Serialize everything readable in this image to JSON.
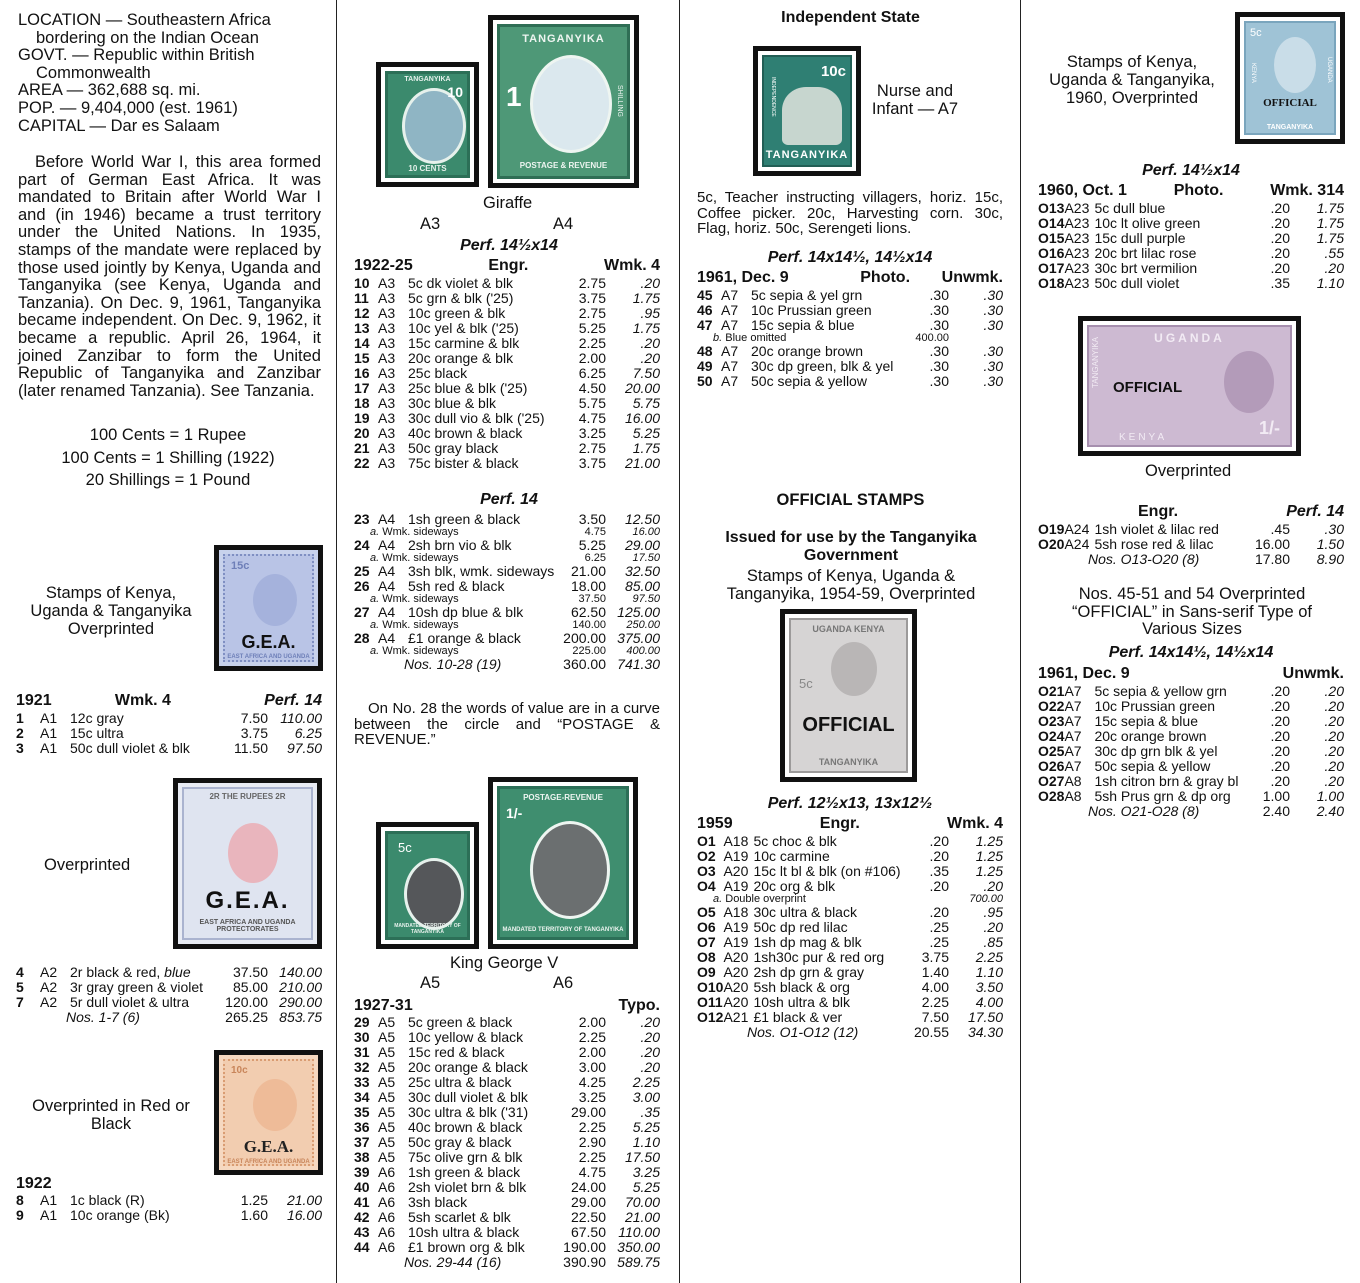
{
  "col1": {
    "intro": [
      {
        "label": "LOCATION",
        "text": "Southeastern Africa bordering on the Indian Ocean"
      },
      {
        "label": "GOVT.",
        "text": "Republic within British Commonwealth"
      },
      {
        "label": "AREA",
        "text": "362,688 sq. mi."
      },
      {
        "label": "POP.",
        "text": "9,404,000 (est. 1961)"
      },
      {
        "label": "CAPITAL",
        "text": "Dar es Salaam"
      }
    ],
    "history": "Before World War I, this area formed part of German East Africa. It was mandated to Britain after World War I and (in 1946) became a trust territory under the United Nations. In 1935, stamps of the mandate were replaced by those used jointly by Kenya, Uganda and Tanganyika (see Kenya, Uganda and Tanzania). On Dec. 9, 1961, Tanganyika became independent. On Dec. 9, 1962, it became a republic. April 26, 1964, it joined Zanzibar to form the United Republic of Tanganyika and Zanzibar (later renamed Tanzania). See Tanzania.",
    "currency": [
      "100 Cents = 1 Rupee",
      "100 Cents = 1 Shilling (1922)",
      "20 Shillings = 1 Pound"
    ],
    "cap1": "Stamps of Kenya, Uganda & Tanganyika Overprinted",
    "stamp1": {
      "value": "15c",
      "overprint": "G.E.A.",
      "bottom": "EAST AFRICA AND UGANDA"
    },
    "h1921": {
      "year": "1921",
      "wmk": "Wmk. 4",
      "perf": "Perf. 14"
    },
    "list1": [
      {
        "n": "1",
        "d": "A1",
        "desc": "12c gray",
        "u": "7.50",
        "v": "110.00"
      },
      {
        "n": "2",
        "d": "A1",
        "desc": "15c ultra",
        "u": "3.75",
        "v": "6.25"
      },
      {
        "n": "3",
        "d": "A1",
        "desc": "50c dull violet & blk",
        "u": "11.50",
        "v": "97.50"
      }
    ],
    "cap2": "Overprinted",
    "stamp2": {
      "overprint": "G.E.A.",
      "top": "2R THE RUPEES 2R",
      "bottom": "EAST AFRICA AND UGANDA PROTECTORATES"
    },
    "list2": [
      {
        "n": "4",
        "d": "A2",
        "desc": "2r black & red,",
        "em": "blue",
        "u": "37.50",
        "v": "140.00"
      },
      {
        "n": "5",
        "d": "A2",
        "desc": "3r gray green & violet",
        "u": "85.00",
        "v": "210.00"
      },
      {
        "n": "7",
        "d": "A2",
        "desc": "5r dull violet & ultra",
        "u": "120.00",
        "v": "290.00"
      }
    ],
    "tot2": {
      "label": "Nos. 1-7 (6)",
      "u": "265.25",
      "v": "853.75"
    },
    "cap3": "Overprinted in Red or Black",
    "stamp3": {
      "value": "10c",
      "overprint": "G.E.A.",
      "bottom": "EAST AFRICA AND UGANDA"
    },
    "h1922": {
      "year": "1922"
    },
    "list3": [
      {
        "n": "8",
        "d": "A1",
        "desc": "1c black (R)",
        "u": "1.25",
        "v": "21.00"
      },
      {
        "n": "9",
        "d": "A1",
        "desc": "10c orange (Bk)",
        "u": "1.60",
        "v": "16.00"
      }
    ]
  },
  "col2": {
    "stampA3": {
      "top": "TANGANYIKA",
      "value": "10",
      "bottom": "10 CENTS"
    },
    "stampA4": {
      "top": "TANGANYIKA",
      "value": "1",
      "side": "SHILLING",
      "bottom": "POSTAGE & REVENUE"
    },
    "cap1": "Giraffe",
    "labA3": "A3",
    "labA4": "A4",
    "perf1": "Perf. 14½x14",
    "h1": {
      "year": "1922-25",
      "engr": "Engr.",
      "wmk": "Wmk. 4"
    },
    "list1": [
      {
        "n": "10",
        "d": "A3",
        "desc": "5c dk violet & blk",
        "u": "2.75",
        "v": ".20"
      },
      {
        "n": "11",
        "d": "A3",
        "desc": "5c grn & blk ('25)",
        "u": "3.75",
        "v": "1.75"
      },
      {
        "n": "12",
        "d": "A3",
        "desc": "10c green & blk",
        "u": "2.75",
        "v": ".95"
      },
      {
        "n": "13",
        "d": "A3",
        "desc": "10c yel & blk ('25)",
        "u": "5.25",
        "v": "1.75"
      },
      {
        "n": "14",
        "d": "A3",
        "desc": "15c carmine & blk",
        "u": "2.25",
        "v": ".20"
      },
      {
        "n": "15",
        "d": "A3",
        "desc": "20c orange & blk",
        "u": "2.00",
        "v": ".20"
      },
      {
        "n": "16",
        "d": "A3",
        "desc": "25c black",
        "u": "6.25",
        "v": "7.50"
      },
      {
        "n": "17",
        "d": "A3",
        "desc": "25c blue & blk ('25)",
        "u": "4.50",
        "v": "20.00"
      },
      {
        "n": "18",
        "d": "A3",
        "desc": "30c blue & blk",
        "u": "5.75",
        "v": "5.75"
      },
      {
        "n": "19",
        "d": "A3",
        "desc": "30c dull vio & blk ('25)",
        "u": "4.75",
        "v": "16.00"
      },
      {
        "n": "20",
        "d": "A3",
        "desc": "40c brown & black",
        "u": "3.25",
        "v": "5.25"
      },
      {
        "n": "21",
        "d": "A3",
        "desc": "50c gray black",
        "u": "2.75",
        "v": "1.75"
      },
      {
        "n": "22",
        "d": "A3",
        "desc": "75c bister & black",
        "u": "3.75",
        "v": "21.00"
      }
    ],
    "perf2": "Perf. 14",
    "list2": [
      {
        "n": "23",
        "d": "A4",
        "desc": "1sh green & black",
        "u": "3.50",
        "v": "12.50"
      },
      {
        "sub": "a.",
        "desc": "Wmk. sideways",
        "u": "4.75",
        "v": "16.00"
      },
      {
        "n": "24",
        "d": "A4",
        "desc": "2sh brn vio & blk",
        "u": "5.25",
        "v": "29.00"
      },
      {
        "sub": "a.",
        "desc": "Wmk. sideways",
        "u": "6.25",
        "v": "17.50"
      },
      {
        "n": "25",
        "d": "A4",
        "desc": "3sh blk, wmk. sideways",
        "u": "21.00",
        "v": "32.50"
      },
      {
        "n": "26",
        "d": "A4",
        "desc": "5sh red & black",
        "u": "18.00",
        "v": "85.00"
      },
      {
        "sub": "a.",
        "desc": "Wmk. sideways",
        "u": "37.50",
        "v": "97.50"
      },
      {
        "n": "27",
        "d": "A4",
        "desc": "10sh dp blue & blk",
        "u": "62.50",
        "v": "125.00"
      },
      {
        "sub": "a.",
        "desc": "Wmk. sideways",
        "u": "140.00",
        "v": "250.00"
      },
      {
        "n": "28",
        "d": "A4",
        "desc": "£1 orange & black",
        "u": "200.00",
        "v": "375.00"
      },
      {
        "sub": "a.",
        "desc": "Wmk. sideways",
        "u": "225.00",
        "v": "400.00"
      }
    ],
    "tot2": {
      "label": "Nos. 10-28 (19)",
      "u": "360.00",
      "v": "741.30"
    },
    "note": "On No. 28 the words of value are in a curve between the circle and “POSTAGE & REVENUE.”",
    "stampA5": {
      "value": "5c",
      "bottom": "MANDATED TERRITORY OF TANGANYIKA"
    },
    "stampA6": {
      "top": "POSTAGE-REVENUE",
      "value": "1/-",
      "bottom": "MANDATED TERRITORY OF TANGANYIKA"
    },
    "cap2": "King George V",
    "labA5": "A5",
    "labA6": "A6",
    "h2": {
      "year": "1927-31",
      "typo": "Typo."
    },
    "list3": [
      {
        "n": "29",
        "d": "A5",
        "desc": "5c green & black",
        "u": "2.00",
        "v": ".20"
      },
      {
        "n": "30",
        "d": "A5",
        "desc": "10c yellow & black",
        "u": "2.25",
        "v": ".20"
      },
      {
        "n": "31",
        "d": "A5",
        "desc": "15c red & black",
        "u": "2.00",
        "v": ".20"
      },
      {
        "n": "32",
        "d": "A5",
        "desc": "20c orange & black",
        "u": "3.00",
        "v": ".20"
      },
      {
        "n": "33",
        "d": "A5",
        "desc": "25c ultra & black",
        "u": "4.25",
        "v": "2.25"
      },
      {
        "n": "34",
        "d": "A5",
        "desc": "30c dull violet & blk",
        "u": "3.25",
        "v": "3.00"
      },
      {
        "n": "35",
        "d": "A5",
        "desc": "30c ultra & blk ('31)",
        "u": "29.00",
        "v": ".35"
      },
      {
        "n": "36",
        "d": "A5",
        "desc": "40c brown & black",
        "u": "2.25",
        "v": "5.25"
      },
      {
        "n": "37",
        "d": "A5",
        "desc": "50c gray & black",
        "u": "2.90",
        "v": "1.10"
      },
      {
        "n": "38",
        "d": "A5",
        "desc": "75c olive grn & blk",
        "u": "2.25",
        "v": "17.50"
      },
      {
        "n": "39",
        "d": "A6",
        "desc": "1sh green & black",
        "u": "4.75",
        "v": "3.25"
      },
      {
        "n": "40",
        "d": "A6",
        "desc": "2sh violet brn & blk",
        "u": "24.00",
        "v": "5.25"
      },
      {
        "n": "41",
        "d": "A6",
        "desc": "3sh black",
        "u": "29.00",
        "v": "70.00"
      },
      {
        "n": "42",
        "d": "A6",
        "desc": "5sh scarlet & blk",
        "u": "22.50",
        "v": "21.00"
      },
      {
        "n": "43",
        "d": "A6",
        "desc": "10sh ultra & black",
        "u": "67.50",
        "v": "110.00"
      },
      {
        "n": "44",
        "d": "A6",
        "desc": "£1 brown org & blk",
        "u": "190.00",
        "v": "350.00"
      }
    ],
    "tot3": {
      "label": "Nos. 29-44 (16)",
      "u": "390.90",
      "v": "589.75"
    }
  },
  "col3": {
    "head": "Independent State",
    "stampA7": {
      "value": "10c",
      "side": "INDEPENDENCE",
      "bottom": "TANGANYIKA"
    },
    "cap1": "Nurse and Infant — A7",
    "designs": "5c, Teacher instructing villagers, horiz. 15c, Coffee picker. 20c, Harvesting corn. 30c, Flag, horiz. 50c, Serengeti lions.",
    "perf1": "Perf. 14x14½, 14½x14",
    "h1": {
      "year": "1961, Dec. 9",
      "photo": "Photo.",
      "wmk": "Unwmk."
    },
    "list1": [
      {
        "n": "45",
        "d": "A7",
        "desc": "5c sepia & yel grn",
        "u": ".30",
        "v": ".30"
      },
      {
        "n": "46",
        "d": "A7",
        "desc": "10c Prussian green",
        "u": ".30",
        "v": ".30"
      },
      {
        "n": "47",
        "d": "A7",
        "desc": "15c sepia & blue",
        "u": ".30",
        "v": ".30"
      },
      {
        "sub": "b.",
        "desc": "Blue omitted",
        "u": "400.00",
        "v": ""
      },
      {
        "n": "48",
        "d": "A7",
        "desc": "20c orange brown",
        "u": ".30",
        "v": ".30"
      },
      {
        "n": "49",
        "d": "A7",
        "desc": "30c dp green, blk & yel",
        "u": ".30",
        "v": ".30"
      },
      {
        "n": "50",
        "d": "A7",
        "desc": "50c sepia & yellow",
        "u": ".30",
        "v": ".30"
      }
    ],
    "off": "OFFICIAL STAMPS",
    "issued": "Issued for use by the Tanganyika Government",
    "stamps2": "Stamps of Kenya, Uganda & Tanganyika, 1954-59, Overprinted",
    "stampO": {
      "top": "UGANDA KENYA",
      "value": "5c",
      "overprint": "OFFICIAL",
      "bottom": "TANGANYIKA"
    },
    "perf2": "Perf. 12½x13, 13x12½",
    "h2": {
      "year": "1959",
      "engr": "Engr.",
      "wmk": "Wmk. 4"
    },
    "list2": [
      {
        "n": "O1",
        "d": "A18",
        "desc": "5c choc & blk",
        "u": ".20",
        "v": "1.25"
      },
      {
        "n": "O2",
        "d": "A19",
        "desc": "10c carmine",
        "u": ".20",
        "v": "1.25"
      },
      {
        "n": "O3",
        "d": "A20",
        "desc": "15c lt bl & blk (on #106)",
        "u": ".35",
        "v": "1.25"
      },
      {
        "n": "O4",
        "d": "A19",
        "desc": "20c org & blk",
        "u": ".20",
        "v": ".20"
      },
      {
        "sub": "a.",
        "desc": "Double overprint",
        "u": "",
        "v": "700.00"
      },
      {
        "n": "O5",
        "d": "A18",
        "desc": "30c ultra & black",
        "u": ".20",
        "v": ".95"
      },
      {
        "n": "O6",
        "d": "A19",
        "desc": "50c dp red lilac",
        "u": ".25",
        "v": ".20"
      },
      {
        "n": "O7",
        "d": "A19",
        "desc": "1sh dp mag & blk",
        "u": ".25",
        "v": ".85"
      },
      {
        "n": "O8",
        "d": "A20",
        "desc": "1sh30c pur & red org",
        "u": "3.75",
        "v": "2.25"
      },
      {
        "n": "O9",
        "d": "A20",
        "desc": "2sh dp grn & gray",
        "u": "1.40",
        "v": "1.10"
      },
      {
        "n": "O10",
        "d": "A20",
        "desc": "5sh black & org",
        "u": "4.00",
        "v": "3.50"
      },
      {
        "n": "O11",
        "d": "A20",
        "desc": "10sh ultra & blk",
        "u": "2.25",
        "v": "4.00"
      },
      {
        "n": "O12",
        "d": "A21",
        "desc": "£1 black & ver",
        "u": "7.50",
        "v": "17.50"
      }
    ],
    "tot2": {
      "label": "Nos. O1-O12 (12)",
      "u": "20.55",
      "v": "34.30"
    }
  },
  "col4": {
    "cap1": "Stamps of Kenya, Uganda & Tanganyika, 1960, Overprinted",
    "stampO1": {
      "value": "5c",
      "side1": "KENYA",
      "side2": "UGANDA",
      "overprint": "OFFICIAL",
      "bottom": "TANGANYIKA"
    },
    "perf1": "Perf. 14½x14",
    "h1": {
      "year": "1960, Oct. 1",
      "photo": "Photo.",
      "wmk": "Wmk. 314"
    },
    "list1": [
      {
        "n": "O13",
        "d": "A23",
        "desc": "5c dull blue",
        "u": ".20",
        "v": "1.75"
      },
      {
        "n": "O14",
        "d": "A23",
        "desc": "10c lt olive green",
        "u": ".20",
        "v": "1.75"
      },
      {
        "n": "O15",
        "d": "A23",
        "desc": "15c dull purple",
        "u": ".20",
        "v": "1.75"
      },
      {
        "n": "O16",
        "d": "A23",
        "desc": "20c brt lilac rose",
        "u": ".20",
        "v": ".55"
      },
      {
        "n": "O17",
        "d": "A23",
        "desc": "30c brt vermilion",
        "u": ".20",
        "v": ".20"
      },
      {
        "n": "O18",
        "d": "A23",
        "desc": "50c dull violet",
        "u": ".35",
        "v": "1.10"
      }
    ],
    "stampO2": {
      "top": "UGANDA",
      "side": "TANGANYIKA",
      "bottom": "KENYA",
      "value": "1/-",
      "overprint": "OFFICIAL"
    },
    "cap2": "Overprinted",
    "h2": {
      "engr": "Engr.",
      "perf": "Perf. 14"
    },
    "list2": [
      {
        "n": "O19",
        "d": "A24",
        "desc": "1sh violet & lilac red",
        "u": ".45",
        "v": ".30"
      },
      {
        "n": "O20",
        "d": "A24",
        "desc": "5sh rose red & lilac",
        "u": "16.00",
        "v": "1.50"
      }
    ],
    "tot2": {
      "label": "Nos. O13-O20 (8)",
      "u": "17.80",
      "v": "8.90"
    },
    "note": "Nos. 45-51 and 54 Overprinted “OFFICIAL” in Sans-serif Type of Various Sizes",
    "perf3": "Perf. 14x14½, 14½x14",
    "h3": {
      "year": "1961, Dec. 9",
      "wmk": "Unwmk."
    },
    "list3": [
      {
        "n": "O21",
        "d": "A7",
        "desc": "5c sepia & yellow grn",
        "u": ".20",
        "v": ".20"
      },
      {
        "n": "O22",
        "d": "A7",
        "desc": "10c Prussian green",
        "u": ".20",
        "v": ".20"
      },
      {
        "n": "O23",
        "d": "A7",
        "desc": "15c sepia & blue",
        "u": ".20",
        "v": ".20"
      },
      {
        "n": "O24",
        "d": "A7",
        "desc": "20c orange brown",
        "u": ".20",
        "v": ".20"
      },
      {
        "n": "O25",
        "d": "A7",
        "desc": "30c dp grn blk & yel",
        "u": ".20",
        "v": ".20"
      },
      {
        "n": "O26",
        "d": "A7",
        "desc": "50c sepia & yellow",
        "u": ".20",
        "v": ".20"
      },
      {
        "n": "O27",
        "d": "A8",
        "desc": "1sh citron brn & gray bl",
        "u": ".20",
        "v": ".20"
      },
      {
        "n": "O28",
        "d": "A8",
        "desc": "5sh Prus grn & dp org",
        "u": "1.00",
        "v": "1.00"
      }
    ],
    "tot3": {
      "label": "Nos. O21-O28 (8)",
      "u": "2.40",
      "v": "2.40"
    }
  }
}
